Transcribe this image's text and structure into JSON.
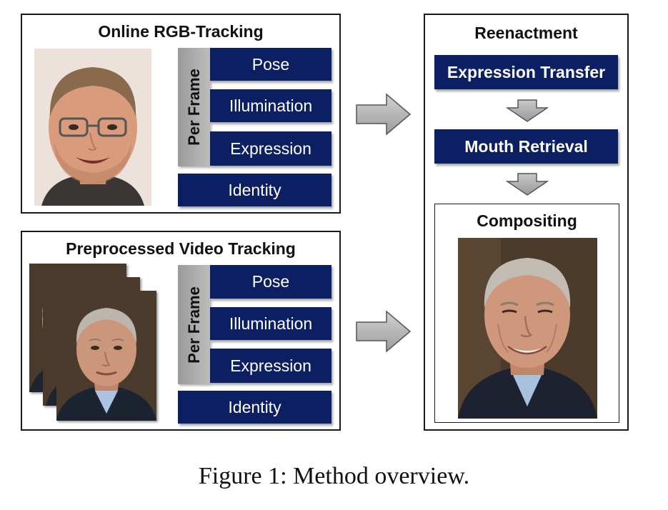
{
  "top_panel": {
    "title": "Online RGB-Tracking",
    "per_frame_label": "Per Frame",
    "items": [
      "Pose",
      "Illumination",
      "Expression"
    ],
    "identity": "Identity"
  },
  "bottom_panel": {
    "title": "Preprocessed Video Tracking",
    "per_frame_label": "Per Frame",
    "items": [
      "Pose",
      "Illumination",
      "Expression"
    ],
    "identity": "Identity"
  },
  "right_panel": {
    "title": "Reenactment",
    "steps": [
      "Expression Transfer",
      "Mouth Retrieval"
    ],
    "compositing_title": "Compositing"
  },
  "caption": "Figure 1: Method overview.",
  "colors": {
    "box_navy": "#0c1f63",
    "per_frame_gray": "#a8a8a8",
    "arrow_gray": "#b5b5b5"
  }
}
